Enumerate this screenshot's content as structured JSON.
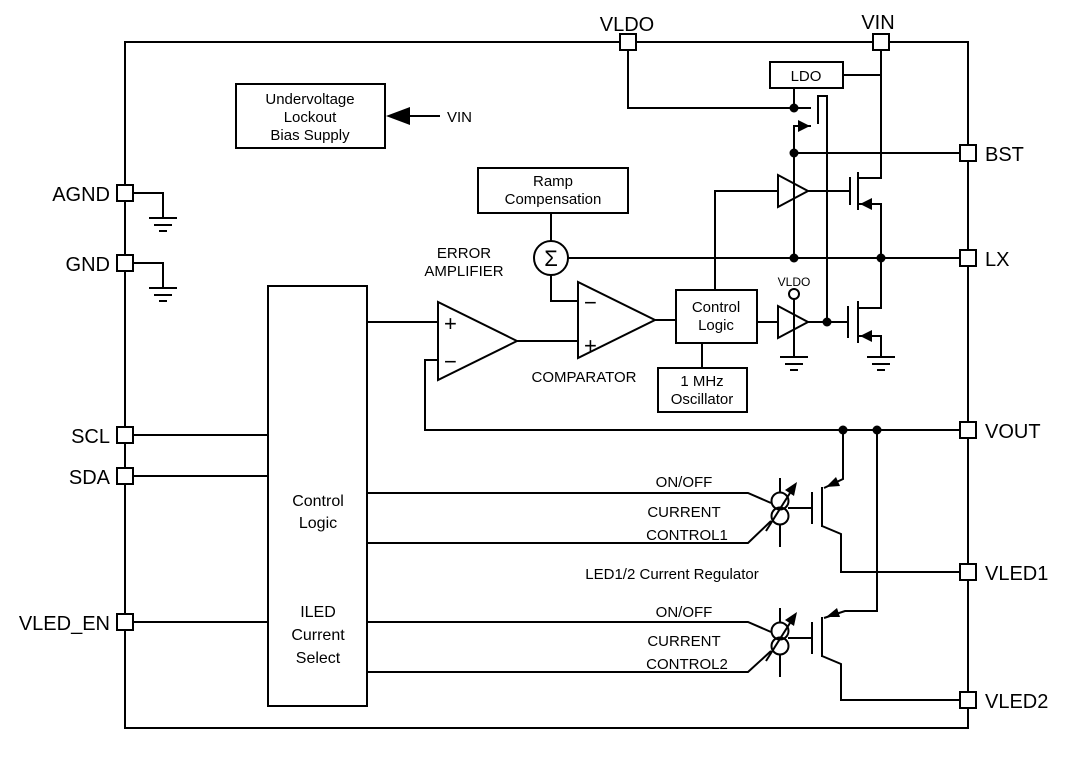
{
  "pins": {
    "vldo": "VLDO",
    "vin": "VIN",
    "bst": "BST",
    "lx": "LX",
    "vout": "VOUT",
    "vled1": "VLED1",
    "vled2": "VLED2",
    "agnd": "AGND",
    "gnd": "GND",
    "scl": "SCL",
    "sda": "SDA",
    "vled_en": "VLED_EN"
  },
  "blocks": {
    "uvlo": {
      "line1": "Undervoltage",
      "line2": "Lockout",
      "line3": "Bias Supply"
    },
    "ldo": "LDO",
    "ramp": {
      "line1": "Ramp",
      "line2": "Compensation"
    },
    "pwm_control": {
      "line1": "Control",
      "line2": "Logic"
    },
    "oscillator": {
      "line1": "1 MHz",
      "line2": "Oscillator"
    },
    "main_control": {
      "line1": "Control",
      "line2": "Logic",
      "line3": "ILED",
      "line4": "Current",
      "line5": "Select"
    }
  },
  "annotations": {
    "vin_arrow": "VIN",
    "error_amp": {
      "line1": "ERROR",
      "line2": "AMPLIFIER"
    },
    "comparator": "COMPARATOR",
    "sigma": "Σ",
    "vldo_node": "VLDO",
    "led_regulator": "LED1/2 Current Regulator",
    "ch1": {
      "on_off": "ON/OFF",
      "line1": "CURRENT",
      "line2": "CONTROL1"
    },
    "ch2": {
      "on_off": "ON/OFF",
      "line1": "CURRENT",
      "line2": "CONTROL2"
    },
    "ea_plus": "+",
    "ea_minus": "−",
    "cmp_minus": "−",
    "cmp_plus": "+"
  },
  "colors": {
    "line": "#000000",
    "background": "#ffffff"
  }
}
